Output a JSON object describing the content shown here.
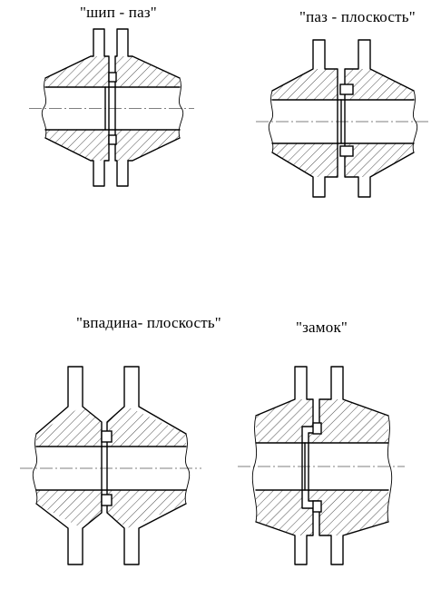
{
  "captions": {
    "tongue_groove": "\"шип - паз\"",
    "groove_flat": "\"паз - плоскость\"",
    "recess_flat": "\"впадина- плоскость\"",
    "lock": "\"замок\""
  }
}
